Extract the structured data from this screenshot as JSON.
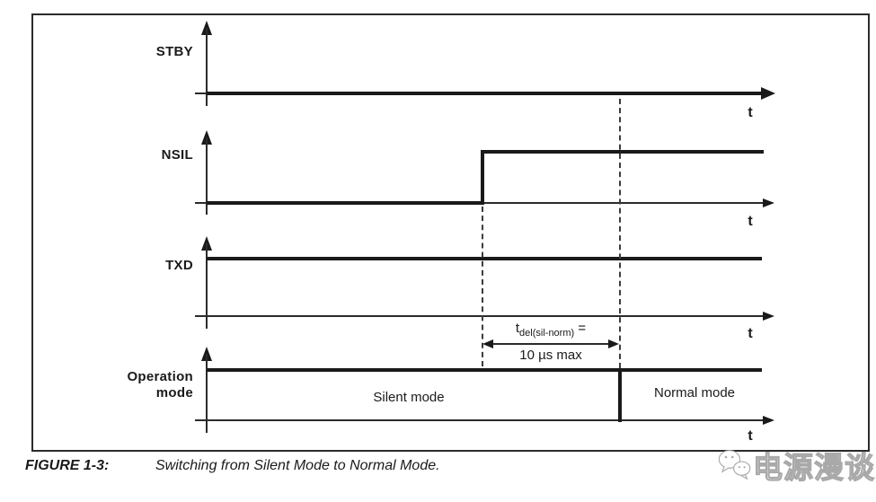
{
  "figure": {
    "caption_label": "FIGURE 1-3:",
    "caption_text": "Switching from Silent Mode to Normal Mode."
  },
  "diagram": {
    "time_axis_label": "t",
    "rows": [
      {
        "label": "STBY",
        "waveform": "low (on axis) for entire time"
      },
      {
        "label": "NSIL",
        "waveform": "low, rising edge at first dashed marker, then high"
      },
      {
        "label": "TXD",
        "waveform": "high for entire time"
      },
      {
        "label_line1": "Operation",
        "label_line2": "mode",
        "waveform": "high bar with mode-change tick at second dashed marker"
      }
    ],
    "delay": {
      "symbol": "t",
      "subscript": "del(sil-norm)",
      "equals": "=",
      "value": "10 µs max"
    },
    "regions": {
      "silent_mode": "Silent mode",
      "normal_mode": "Normal mode"
    }
  },
  "watermark": {
    "logo": "wechat-icon",
    "text": "电源漫谈"
  },
  "colors": {
    "line": "#1a1a1a",
    "background": "#ffffff",
    "watermark_gray": "#a9a9a9"
  }
}
